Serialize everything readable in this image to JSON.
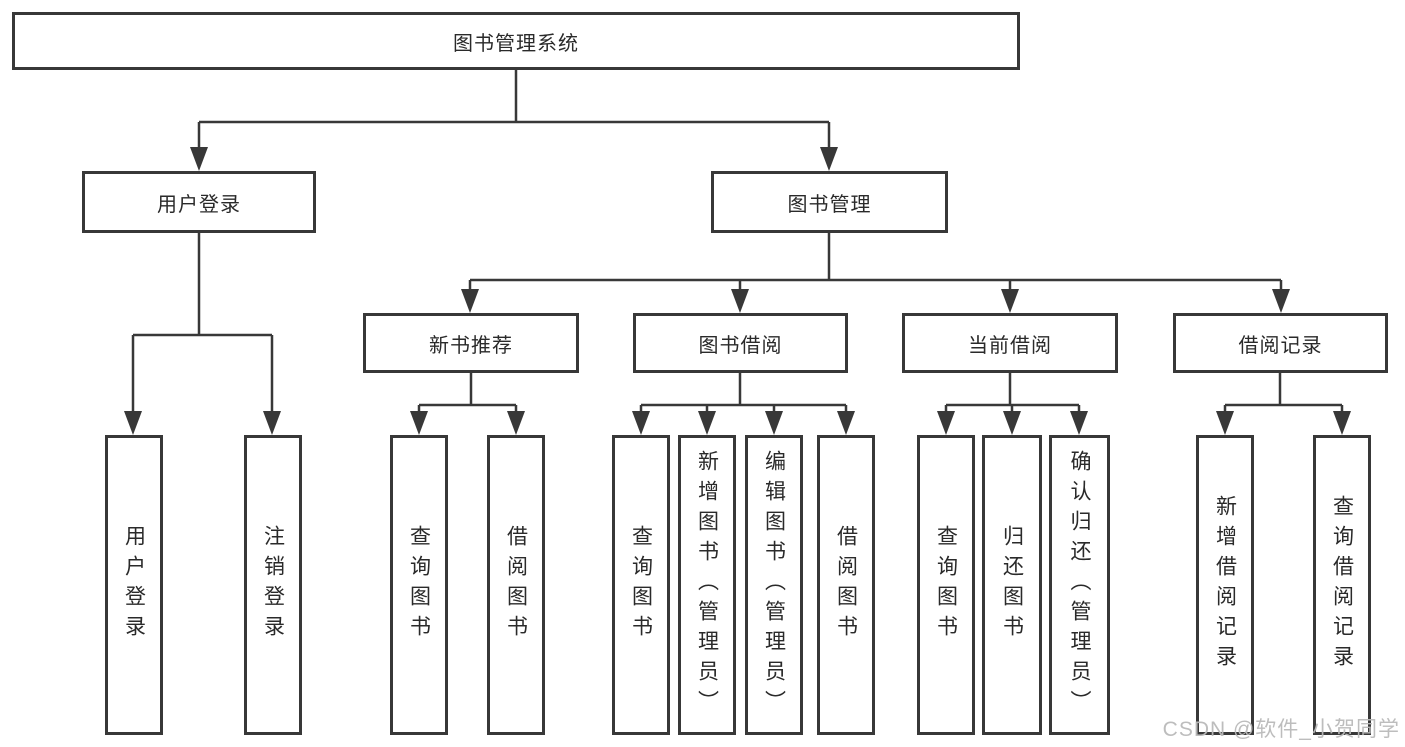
{
  "diagram": {
    "title": "图书管理系统",
    "type": "hierarchy",
    "nodes": {
      "root": {
        "label": "图书管理系统"
      },
      "user_login": {
        "label": "用户登录"
      },
      "book_mgmt": {
        "label": "图书管理"
      },
      "new_book": {
        "label": "新书推荐"
      },
      "book_borrow": {
        "label": "图书借阅"
      },
      "current_borrow": {
        "label": "当前借阅"
      },
      "borrow_record": {
        "label": "借阅记录"
      },
      "leaf_user_login": {
        "label": "用户登录"
      },
      "leaf_logout": {
        "label": "注销登录"
      },
      "leaf_query_book_1": {
        "label": "查询图书"
      },
      "leaf_borrow_book_1": {
        "label": "借阅图书"
      },
      "leaf_query_book_2": {
        "label": "查询图书"
      },
      "leaf_add_book": {
        "label": "新增图书（管理员）"
      },
      "leaf_edit_book": {
        "label": "编辑图书（管理员）"
      },
      "leaf_borrow_book_2": {
        "label": "借阅图书"
      },
      "leaf_query_book_3": {
        "label": "查询图书"
      },
      "leaf_return_book": {
        "label": "归还图书"
      },
      "leaf_confirm_return": {
        "label": "确认归还（管理员）"
      },
      "leaf_add_record": {
        "label": "新增借阅记录"
      },
      "leaf_query_record": {
        "label": "查询借阅记录"
      }
    },
    "edges": [
      [
        "root",
        "user_login"
      ],
      [
        "root",
        "book_mgmt"
      ],
      [
        "user_login",
        "leaf_user_login"
      ],
      [
        "user_login",
        "leaf_logout"
      ],
      [
        "book_mgmt",
        "new_book"
      ],
      [
        "book_mgmt",
        "book_borrow"
      ],
      [
        "book_mgmt",
        "current_borrow"
      ],
      [
        "book_mgmt",
        "borrow_record"
      ],
      [
        "new_book",
        "leaf_query_book_1"
      ],
      [
        "new_book",
        "leaf_borrow_book_1"
      ],
      [
        "book_borrow",
        "leaf_query_book_2"
      ],
      [
        "book_borrow",
        "leaf_add_book"
      ],
      [
        "book_borrow",
        "leaf_edit_book"
      ],
      [
        "book_borrow",
        "leaf_borrow_book_2"
      ],
      [
        "current_borrow",
        "leaf_query_book_3"
      ],
      [
        "current_borrow",
        "leaf_return_book"
      ],
      [
        "current_borrow",
        "leaf_confirm_return"
      ],
      [
        "borrow_record",
        "leaf_add_record"
      ],
      [
        "borrow_record",
        "leaf_query_record"
      ]
    ],
    "colors": {
      "line": "#383838",
      "box_border": "#383838",
      "box_background": "#ffffff",
      "text": "#2a2a2a",
      "page_background": "#ffffff",
      "watermark": "#b9b9b9"
    }
  },
  "watermark": {
    "text": "CSDN @软件_小贺同学"
  }
}
